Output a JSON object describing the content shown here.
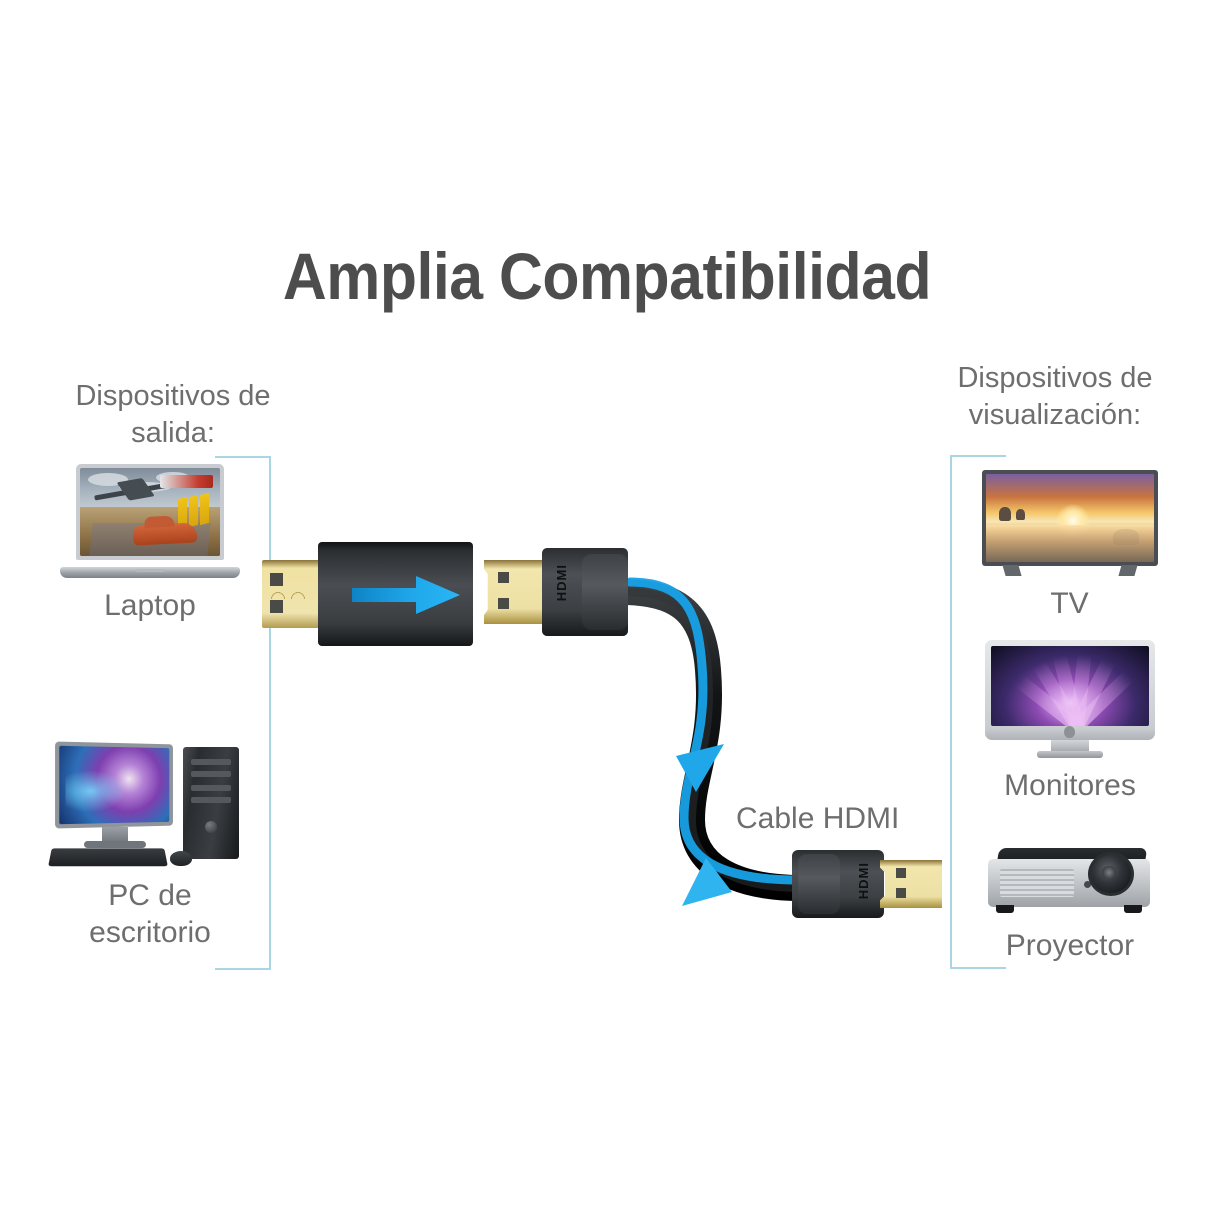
{
  "page": {
    "title": "Amplia Compatibilidad",
    "background_color": "#ffffff",
    "text_color": "#6e6e6e",
    "title_color": "#4d4d4d",
    "bracket_color": "#a9d6e5",
    "accent_color": "#1e9fe3"
  },
  "left_column": {
    "header": "Dispositivos de\nsalida:",
    "devices": [
      {
        "label": "Laptop",
        "icon": "laptop-icon"
      },
      {
        "label": "PC de\nescritorio",
        "icon": "desktop-pc-icon"
      }
    ]
  },
  "right_column": {
    "header": "Dispositivos de\nvisualización:",
    "devices": [
      {
        "label": "TV",
        "icon": "television-icon"
      },
      {
        "label": "Monitores",
        "icon": "monitor-icon"
      },
      {
        "label": "Proyector",
        "icon": "projector-icon"
      }
    ]
  },
  "center": {
    "cable_label": "Cable HDMI",
    "adapter": {
      "input_connector": "DisplayPort",
      "output_connector": "HDMI",
      "arrow_direction": "right",
      "arrow_color": "#1e9fe3",
      "body_color": "#3a3d40"
    },
    "connector_marking_top": "HDMI",
    "connector_marking_bottom": "HDMI"
  }
}
